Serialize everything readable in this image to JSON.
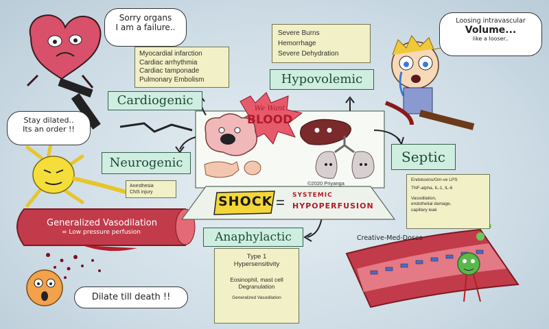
{
  "labels": {
    "cardiogenic": "Cardiogenic",
    "hypovolemic": "Hypovolemic",
    "neurogenic": "Neurogenic",
    "septic": "Septic",
    "anaphylactic": "Anaphylactic"
  },
  "notes": {
    "cardiogenic": [
      "Myocardial infarction",
      "Cardiac arrhythmia",
      "Cardiac tamponade",
      "Pulmonary Embolism"
    ],
    "hypovolemic": [
      "Severe Burns",
      "Hemorrhage",
      "Severe Dehydration"
    ],
    "neurogenic": [
      "Anesthesia",
      "CNS injury"
    ],
    "septic_1": [
      "Endotoxins/Gm-ve LPS",
      "TNF-alpha, IL-1, IL-6"
    ],
    "septic_2": [
      "Vasodilation,",
      "endothelial damage,",
      "capillary leak"
    ],
    "anaphylactic_1": [
      "Type 1",
      "Hypersensitivity"
    ],
    "anaphylactic_2": [
      "Eosinophil, mast cell",
      "Degranulation"
    ],
    "anaphylactic_3": "Generalized Vasodilation"
  },
  "bubbles": {
    "heart": [
      "Sorry organs",
      "I am a failure.."
    ],
    "nerve": [
      "Stay dilated..",
      "Its an order !!"
    ],
    "boy": [
      "Loosing intravascular"
    ],
    "boy_big": "Volume...",
    "boy_small": "like a looser..",
    "face": "Dilate till death !!"
  },
  "center": {
    "we_want": "We Want",
    "blood": "BLOOD",
    "copyright": "©2020 Priyanga"
  },
  "shock": {
    "word": "SHOCK",
    "equals": "=",
    "systemic": "SYSTEMIC",
    "hypoperfusion": "HYPOPERFUSION"
  },
  "vessel": {
    "title": "Generalized Vasodilation",
    "subtitle": "= Low pressure perfusion"
  },
  "watermark": "Creative-Med-Doses"
}
